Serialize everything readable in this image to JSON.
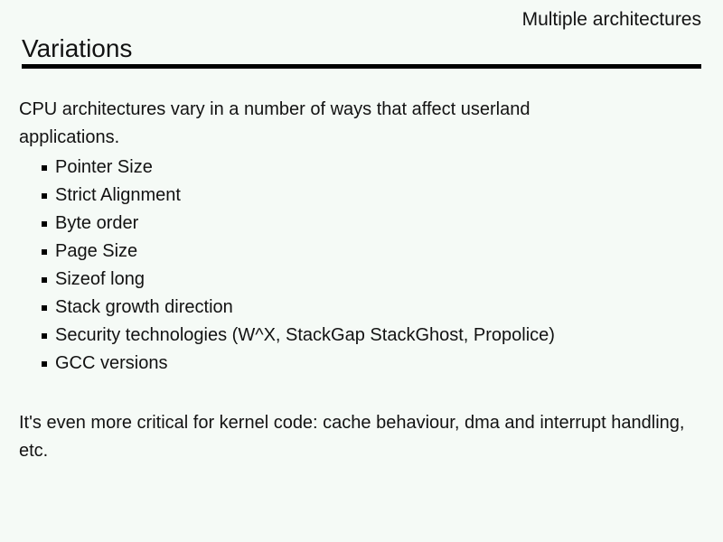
{
  "slide": {
    "header": "Multiple architectures",
    "title": "Variations",
    "intro": "CPU architectures vary in a number of ways that affect userland applications.",
    "bullets": [
      "Pointer Size",
      "Strict Alignment",
      "Byte order",
      "Page Size",
      "Sizeof long",
      "Stack growth direction",
      "Security technologies (W^X, StackGap StackGhost, Propolice)",
      "GCC versions"
    ],
    "closing": "It's even more critical for kernel code: cache behaviour, dma and interrupt handling, etc.",
    "colors": {
      "background": "#f5faf6",
      "text": "#121212",
      "rule": "#000000"
    }
  }
}
